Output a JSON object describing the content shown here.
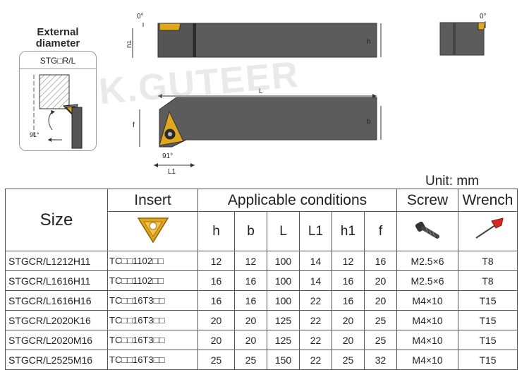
{
  "drawing": {
    "external_title": "External\ndiameter",
    "external_code": "STG□R/L",
    "angle_small": "91°",
    "angle_zero_left": "0°",
    "angle_zero_right": "0°",
    "dim_h1": "h1",
    "dim_h": "h",
    "dim_L": "L",
    "dim_f": "f",
    "dim_b": "b",
    "dim_91": "91°",
    "dim_L1": "L1",
    "watermark": "K.GUTEER"
  },
  "unit_label": "Unit: mm",
  "table": {
    "headers": {
      "size": "Size",
      "insert": "Insert",
      "conditions": "Applicable conditions",
      "screw": "Screw",
      "wrench": "Wrench"
    },
    "sub_headers": [
      "h",
      "b",
      "L",
      "L1",
      "h1",
      "f"
    ],
    "icons": {
      "insert": "triangular-insert-icon",
      "screw": "torx-screw-icon",
      "wrench": "torx-wrench-icon"
    },
    "rows": [
      {
        "size": "STGCR/L1212H11",
        "insert": "TC□□1102□□",
        "h": "12",
        "b": "12",
        "L": "100",
        "L1": "14",
        "h1": "12",
        "f": "16",
        "screw": "M2.5×6",
        "wrench": "T8"
      },
      {
        "size": "STGCR/L1616H11",
        "insert": "TC□□1102□□",
        "h": "16",
        "b": "16",
        "L": "100",
        "L1": "14",
        "h1": "16",
        "f": "20",
        "screw": "M2.5×6",
        "wrench": "T8"
      },
      {
        "size": "STGCR/L1616H16",
        "insert": "TC□□16T3□□",
        "h": "16",
        "b": "16",
        "L": "100",
        "L1": "22",
        "h1": "16",
        "f": "20",
        "screw": "M4×10",
        "wrench": "T15"
      },
      {
        "size": "STGCR/L2020K16",
        "insert": "TC□□16T3□□",
        "h": "20",
        "b": "20",
        "L": "125",
        "L1": "22",
        "h1": "20",
        "f": "25",
        "screw": "M4×10",
        "wrench": "T15"
      },
      {
        "size": "STGCR/L2020M16",
        "insert": "TC□□16T3□□",
        "h": "20",
        "b": "20",
        "L": "125",
        "L1": "22",
        "h1": "20",
        "f": "25",
        "screw": "M4×10",
        "wrench": "T15"
      },
      {
        "size": "STGCR/L2525M16",
        "insert": "TC□□16T3□□",
        "h": "25",
        "b": "25",
        "L": "150",
        "L1": "22",
        "h1": "25",
        "f": "32",
        "screw": "M4×10",
        "wrench": "T15"
      }
    ]
  }
}
